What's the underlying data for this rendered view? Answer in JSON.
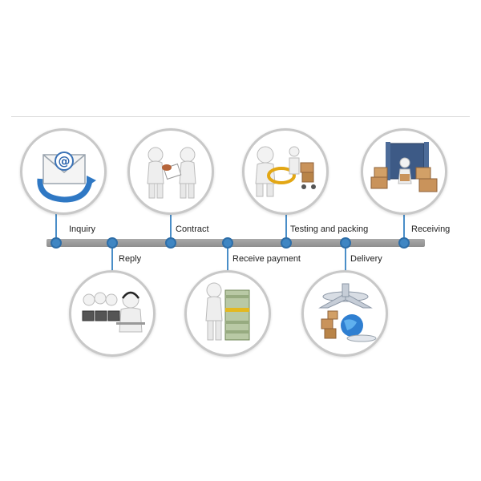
{
  "steps": [
    {
      "label": "Inquiry",
      "icon": "email-envelope-icon"
    },
    {
      "label": "Reply",
      "icon": "customer-service-icon"
    },
    {
      "label": "Contract",
      "icon": "handshake-contract-icon"
    },
    {
      "label": "Receive payment",
      "icon": "money-stack-icon"
    },
    {
      "label": "Testing and packing",
      "icon": "magnifier-inspection-icon"
    },
    {
      "label": "Delivery",
      "icon": "airplane-globe-icon"
    },
    {
      "label": "Receiving",
      "icon": "container-boxes-icon"
    }
  ],
  "colors": {
    "node": "#3f86c3",
    "timeline": "#999999",
    "circle_border": "#c8c8c8"
  }
}
